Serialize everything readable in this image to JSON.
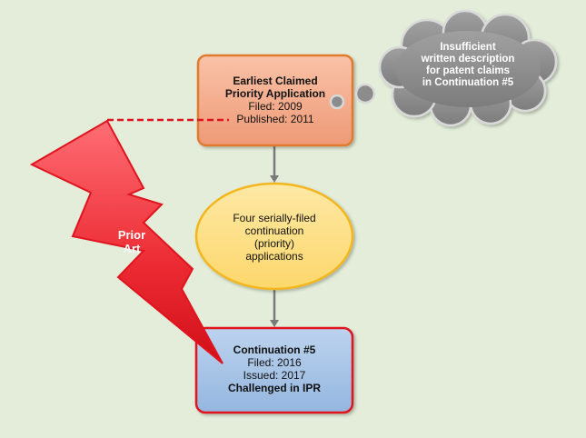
{
  "diagram": {
    "priority_box": {
      "title_line1": "Earliest Claimed",
      "title_line2": "Priority Application",
      "filed": "Filed: 2009",
      "published": "Published: 2011"
    },
    "continuations_ellipse": {
      "line1": "Four serially-filed",
      "line2": "continuation",
      "line3": "(priority)",
      "line4": "applications"
    },
    "continuation5_box": {
      "title": "Continuation #5",
      "filed": "Filed: 2016",
      "issued": "Issued: 2017",
      "status": "Challenged in IPR"
    },
    "thought_cloud": {
      "line1": "Insufficient",
      "line2": "written description",
      "line3": "for patent claims",
      "line4": "in Continuation #5"
    },
    "prior_art_bolt": {
      "line1": "Prior",
      "line2": "Art"
    },
    "colors": {
      "background": "#e3edd9",
      "priority_box_fill": "#f2a98a",
      "priority_box_border": "#e07a2e",
      "ellipse_fill": "#fde08a",
      "ellipse_border": "#f3b61e",
      "continuation5_fill": "#a7c4e6",
      "continuation5_border": "#e0141e",
      "cloud_fill": "#8c8c8c",
      "bolt_fill": "#e8101e",
      "connector": "#7a7a7a",
      "dashed_line": "#e0141e"
    }
  }
}
